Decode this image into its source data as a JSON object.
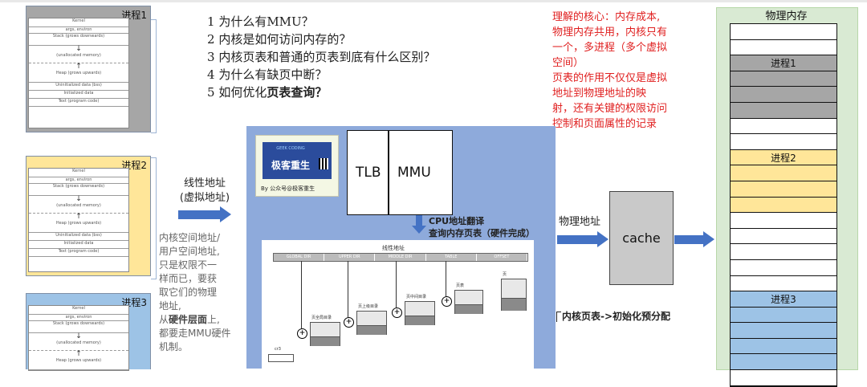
{
  "processes": [
    {
      "label": "进程1",
      "color": "#a6a6a6"
    },
    {
      "label": "进程2",
      "color": "#ffe699"
    },
    {
      "label": "进程3",
      "color": "#9dc3e6"
    }
  ],
  "process_segments": [
    "Kernel",
    "args, environ",
    "Stack\n(grows downwards)",
    "(unallocated memory)",
    "Heap\n(grows upwards)",
    "Uninitialized data (bss)",
    "Initialized data",
    "Text (program code)"
  ],
  "left_arrow": {
    "label_line1": "线性地址",
    "label_line2": "(虚拟地址)"
  },
  "left_note": [
    "内核空间地址/",
    "用户空间地址,",
    "只是权限不一",
    "样而已，要获",
    "取它们的物理",
    "地址,"
  ],
  "left_note_hw_prefix": "从",
  "left_note_hw_bold": "硬件层面",
  "left_note_hw_suffix": "上,",
  "left_note_tail": [
    "都要走MMU硬件",
    "机制。"
  ],
  "questions": [
    {
      "num": "1",
      "text": "为什么有MMU？",
      "bold": ""
    },
    {
      "num": "2",
      "text": "内核是如何访问内存的？",
      "bold": ""
    },
    {
      "num": "3",
      "text": "内核页表和普通的页表到底有什么区别？",
      "bold": ""
    },
    {
      "num": "4",
      "text": "为什么有缺页中断？",
      "bold": ""
    },
    {
      "num": "5",
      "text": "如何优化",
      "bold": "页表查询？"
    }
  ],
  "red_note": [
    "理解的核心：内存成本,",
    "物理内存共用，内核只有",
    "一个，多进程（多个虚拟",
    "空间）",
    "页表的作用不仅仅是虚拟",
    "地址到物理地址的映",
    "射，还有关键的权限访问",
    "控制和页面属性的记录"
  ],
  "logo": {
    "top": "GEEK CODING",
    "main": "极客重生",
    "sub": "By 公众号@极客重生"
  },
  "tlb_label": "TLB",
  "mmu_label": "MMU",
  "cpu_translate": [
    "CPU地址翻译",
    "查询内存页表（硬件完成）"
  ],
  "pagewalk": {
    "title": "线性地址",
    "fields": [
      "GLOBAL DIR",
      "UPPER DIR",
      "MIDDLE DIR",
      "TABLE",
      "OFFSET"
    ],
    "boxes": [
      "页全局目录",
      "页上级目录",
      "页中间目录",
      "页表",
      "页"
    ],
    "cr3": "cr3"
  },
  "physical_address_label": "物理地址",
  "cache_label": "cache",
  "kernel_pagetable_note": "内核页表->初始化预分配",
  "physical_memory": {
    "title": "物理内存",
    "frames": [
      {
        "label": "",
        "color": "#ffffff"
      },
      {
        "label": "",
        "color": "#ffffff"
      },
      {
        "label": "进程1",
        "color": "#a6a6a6"
      },
      {
        "label": "",
        "color": "#a6a6a6"
      },
      {
        "label": "",
        "color": "#a6a6a6"
      },
      {
        "label": "",
        "color": "#a6a6a6"
      },
      {
        "label": "",
        "color": "#ffffff"
      },
      {
        "label": "",
        "color": "#ffffff"
      },
      {
        "label": "进程2",
        "color": "#ffe699"
      },
      {
        "label": "",
        "color": "#ffe699"
      },
      {
        "label": "",
        "color": "#ffe699"
      },
      {
        "label": "",
        "color": "#ffe699"
      },
      {
        "label": "",
        "color": "#ffffff"
      },
      {
        "label": "",
        "color": "#ffffff"
      },
      {
        "label": "",
        "color": "#ffffff"
      },
      {
        "label": "",
        "color": "#ffffff"
      },
      {
        "label": "",
        "color": "#ffffff"
      },
      {
        "label": "进程3",
        "color": "#9dc3e6"
      },
      {
        "label": "",
        "color": "#9dc3e6"
      },
      {
        "label": "",
        "color": "#9dc3e6"
      },
      {
        "label": "",
        "color": "#9dc3e6"
      },
      {
        "label": "",
        "color": "#9dc3e6"
      },
      {
        "label": "",
        "color": "#ffffff"
      }
    ]
  }
}
